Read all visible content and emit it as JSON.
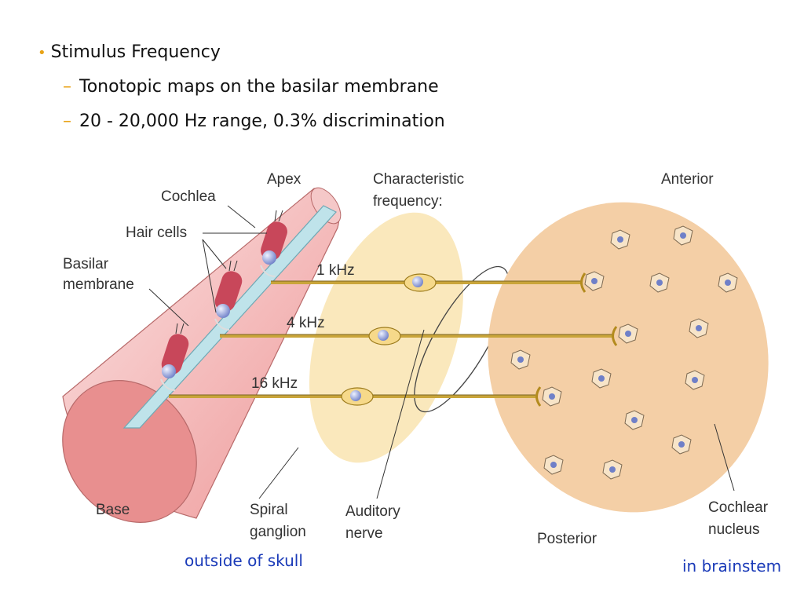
{
  "slide": {
    "bullet": "Stimulus Frequency",
    "subbullets": [
      "Tonotopic maps on the basilar membrane",
      "20 - 20,000 Hz range, 0.3% discrimination"
    ]
  },
  "diagram": {
    "labels": {
      "apex": "Apex",
      "cochlea": "Cochlea",
      "hair_cells": "Hair cells",
      "basilar_1": "Basilar",
      "basilar_2": "membrane",
      "char_freq_1": "Characteristic",
      "char_freq_2": "frequency:",
      "anterior": "Anterior",
      "khz1": "1 kHz",
      "khz4": "4 kHz",
      "khz16": "16 kHz",
      "base": "Base",
      "spiral_1": "Spiral",
      "spiral_2": "ganglion",
      "auditory_1": "Auditory",
      "auditory_2": "nerve",
      "posterior": "Posterior",
      "cochlear_1": "Cochlear",
      "cochlear_2": "nucleus"
    },
    "notes": {
      "left": "outside of skull",
      "right": "in brainstem"
    },
    "colors": {
      "cochlea_fill": "#f0a3a3",
      "membrane": "#bfe3ea",
      "ganglion": "#f9e4b0",
      "nucleus": "#f4cfa6",
      "nerve_fiber": "#c9a53a",
      "hair_cell": "#c8475a",
      "note_text": "#1a3ab8",
      "bullet_accent": "#e8a317"
    }
  }
}
